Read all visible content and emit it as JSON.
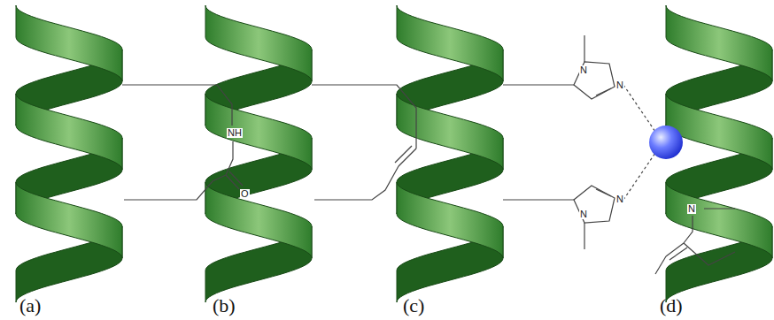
{
  "diagram": {
    "labels": [
      "(a)",
      "(b)",
      "(c)",
      "(d)",
      "NH",
      "O",
      "N",
      "N",
      "N",
      "N",
      "N"
    ]
  }
}
